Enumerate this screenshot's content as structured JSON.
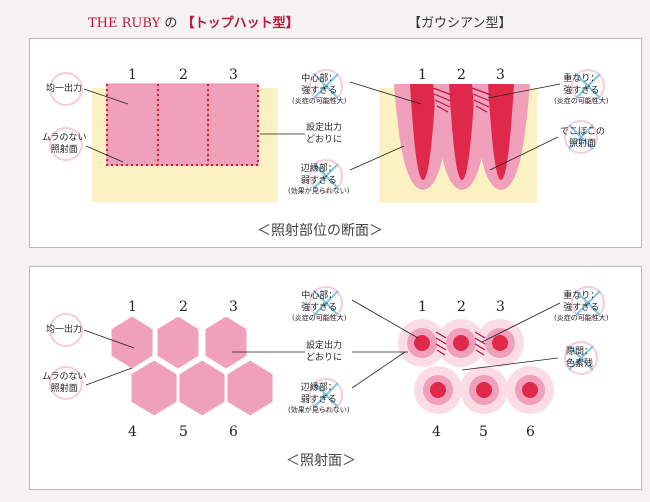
{
  "header": {
    "brand": "THE RUBY",
    "particle": "の",
    "top_hat_title": "【トップハット型】",
    "gaussian_title": "【ガウシアン型】"
  },
  "section1": {
    "numbers": [
      "1",
      "2",
      "3",
      "1",
      "2",
      "3"
    ],
    "left_labels": {
      "uniform": "均一出力",
      "no_unevenness_1": "ムラのない",
      "no_unevenness_2": "照射面"
    },
    "center_labels": {
      "center_1": "中心部：",
      "center_2": "強すぎる",
      "center_3": "(炎症の可能性大)",
      "setting_1": "設定出力",
      "setting_2": "どおりに",
      "edge_1": "辺縁部：",
      "edge_2": "弱すぎる",
      "edge_3": "(効果が見られない)"
    },
    "right_labels": {
      "overlap_1": "重なり：",
      "overlap_2": "強すぎる",
      "overlap_3": "(炎症の可能性大)",
      "uneven_1": "でこぼこの",
      "uneven_2": "照射面"
    },
    "caption": "＜照射部位の断面＞"
  },
  "section2": {
    "numbers": [
      "1",
      "2",
      "3",
      "4",
      "5",
      "6",
      "1",
      "2",
      "3",
      "4",
      "5",
      "6"
    ],
    "left_labels": {
      "uniform": "均一出力",
      "no_unevenness_1": "ムラのない",
      "no_unevenness_2": "照射面"
    },
    "center_labels": {
      "center_1": "中心部：",
      "center_2": "強すぎる",
      "center_3": "(炎症の可能性大)",
      "setting_1": "設定出力",
      "setting_2": "どおりに",
      "edge_1": "辺縁部：",
      "edge_2": "弱すぎる",
      "edge_3": "(効果が見られない)"
    },
    "right_labels": {
      "overlap_1": "重なり：",
      "overlap_2": "強すぎる",
      "overlap_3": "(炎症の可能性大)",
      "gap_1": "隙間：",
      "gap_2": "色素残"
    },
    "caption": "＜照射面＞"
  },
  "colors": {
    "pink": "#f0a0bb",
    "pink_border": "#e890ae",
    "red": "#e0284a",
    "pale_yellow": "#fbf1c2",
    "dot_red": "#d02030"
  }
}
